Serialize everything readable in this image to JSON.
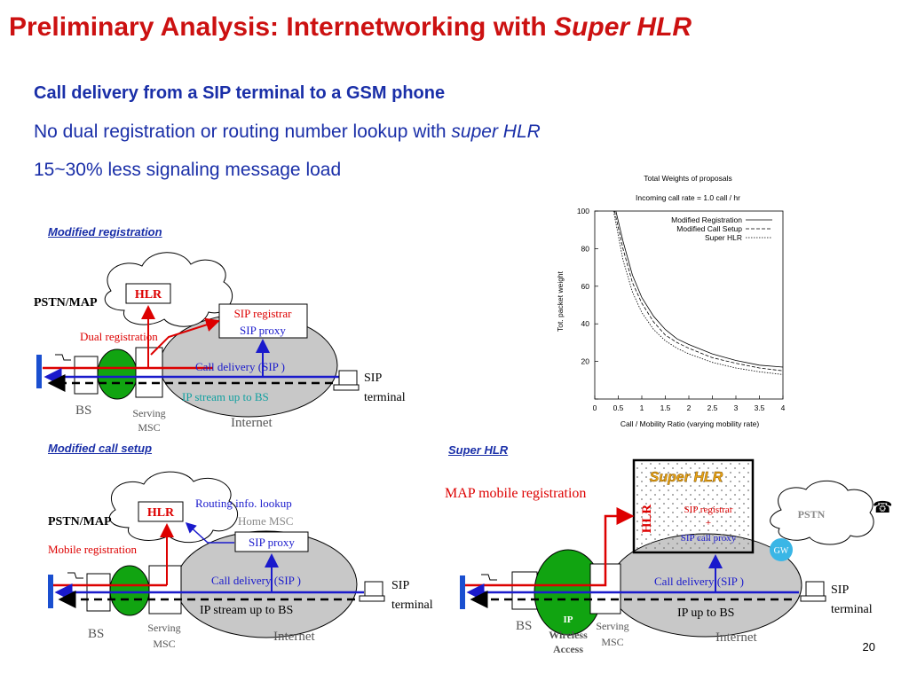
{
  "slide": {
    "title_main": "Preliminary Analysis: Internetworking with ",
    "title_em": "Super HLR",
    "bullet1": "Call delivery from a SIP terminal to a GSM phone",
    "bullet2_main": "No dual registration or routing number lookup with ",
    "bullet2_em": "super HLR",
    "bullet3": "15~30% less signaling message load",
    "page_number": "20"
  },
  "diagram1": {
    "section": "Modified registration",
    "pstn": "PSTN/MAP",
    "hlr": "HLR",
    "sip_registrar": "SIP registrar",
    "sip_proxy": "SIP proxy",
    "dual_reg": "Dual registration",
    "call_delivery": "Call delivery (SIP )",
    "ip_stream": "IP stream up to BS",
    "sip": "SIP",
    "terminal": "terminal",
    "bs": "BS",
    "serving": "Serving",
    "msc": "MSC",
    "internet": "Internet"
  },
  "diagram2": {
    "section": "Modified call setup",
    "pstn": "PSTN/MAP",
    "hlr": "HLR",
    "routing": "Routing info. lookup",
    "home_msc": "Home MSC",
    "sip_proxy": "SIP proxy",
    "mobile_reg": "Mobile registration",
    "call_delivery": "Call delivery (SIP )",
    "ip_stream": "IP stream up to BS",
    "sip": "SIP",
    "terminal": "terminal",
    "bs": "BS",
    "serving": "Serving",
    "msc": "MSC",
    "internet": "Internet"
  },
  "diagram3": {
    "section": "Super HLR",
    "map_reg": "MAP mobile registration",
    "super_hlr": "Super HLR",
    "hlr": "HLR",
    "sip_registrar": "SIP registrar",
    "plus": "+",
    "sip_call_proxy": "SIP call proxy",
    "pstn": "PSTN",
    "gw": "GW",
    "call_delivery": "Call delivery (SIP )",
    "ip_up": "IP up to BS",
    "sip": "SIP",
    "terminal": "terminal",
    "bs": "BS",
    "ip": "IP",
    "wireless": "Wireless",
    "access": "Access",
    "serving": "Serving",
    "msc": "MSC",
    "internet": "Internet"
  },
  "chart_data": {
    "type": "line",
    "title": "Total Weights of proposals",
    "subtitle": "Incoming call rate = 1.0 call / hr",
    "xlabel": "Call / Mobility Ratio (varying mobility rate)",
    "ylabel": "Tot. packet weight",
    "xlim": [
      0,
      4
    ],
    "ylim": [
      0,
      100
    ],
    "xticks": [
      "0",
      "0.5",
      "1",
      "1.5",
      "2",
      "2.5",
      "3",
      "3.5",
      "4"
    ],
    "yticks": [
      "20",
      "40",
      "60",
      "80",
      "100"
    ],
    "legend_position": "top-right",
    "series": [
      {
        "name": "Modified Registration",
        "style": "solid",
        "x": [
          0.45,
          0.6,
          0.8,
          1.0,
          1.25,
          1.5,
          1.75,
          2.0,
          2.5,
          3.0,
          3.5,
          4.0
        ],
        "y": [
          100,
          84,
          66,
          54,
          44,
          37,
          32,
          29,
          24,
          20.5,
          18,
          17
        ]
      },
      {
        "name": "Modified Call Setup",
        "style": "dashed",
        "x": [
          0.42,
          0.6,
          0.8,
          1.0,
          1.25,
          1.5,
          1.75,
          2.0,
          2.5,
          3.0,
          3.5,
          4.0
        ],
        "y": [
          100,
          80,
          62,
          51,
          41,
          34,
          30,
          27,
          22,
          19,
          16.5,
          15
        ]
      },
      {
        "name": "Super HLR",
        "style": "dotted",
        "x": [
          0.4,
          0.6,
          0.8,
          1.0,
          1.25,
          1.5,
          1.75,
          2.0,
          2.5,
          3.0,
          3.5,
          4.0
        ],
        "y": [
          100,
          74,
          57,
          46,
          37,
          31,
          27,
          24,
          19.5,
          16.5,
          14.5,
          13
        ]
      }
    ]
  },
  "colors": {
    "title": "#cc1111",
    "bullets": "#1a2fa8",
    "signal_red": "#dd0000",
    "signal_blue": "#1a1acc",
    "bs_green": "#11a411",
    "cloud_gray": "#c8c8c8"
  }
}
